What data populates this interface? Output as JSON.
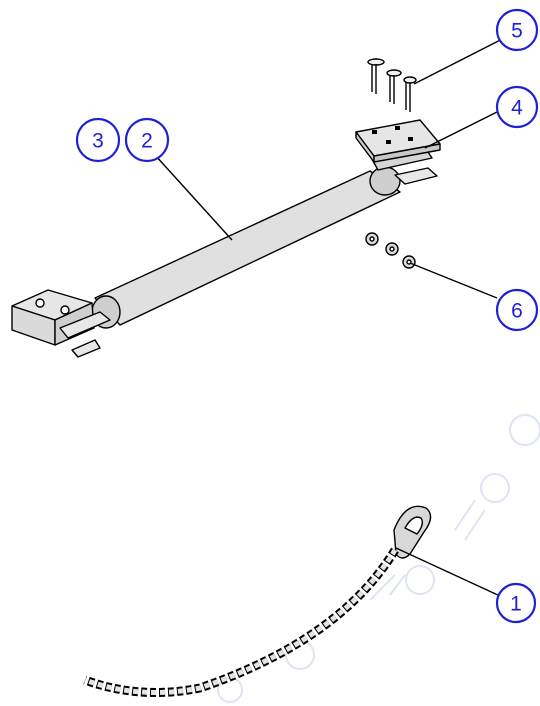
{
  "diagram": {
    "callouts": [
      {
        "id": "c1",
        "label": "1"
      },
      {
        "id": "c2",
        "label": "2"
      },
      {
        "id": "c3",
        "label": "3"
      },
      {
        "id": "c4",
        "label": "4"
      },
      {
        "id": "c5",
        "label": "5"
      },
      {
        "id": "c6",
        "label": "6"
      }
    ],
    "colors": {
      "callout_stroke": "#1f1fd6",
      "callout_text": "#1f1fd6",
      "part_fill": "#e0e0e0",
      "line": "#000000",
      "watermark": "#dfe4f5"
    }
  }
}
